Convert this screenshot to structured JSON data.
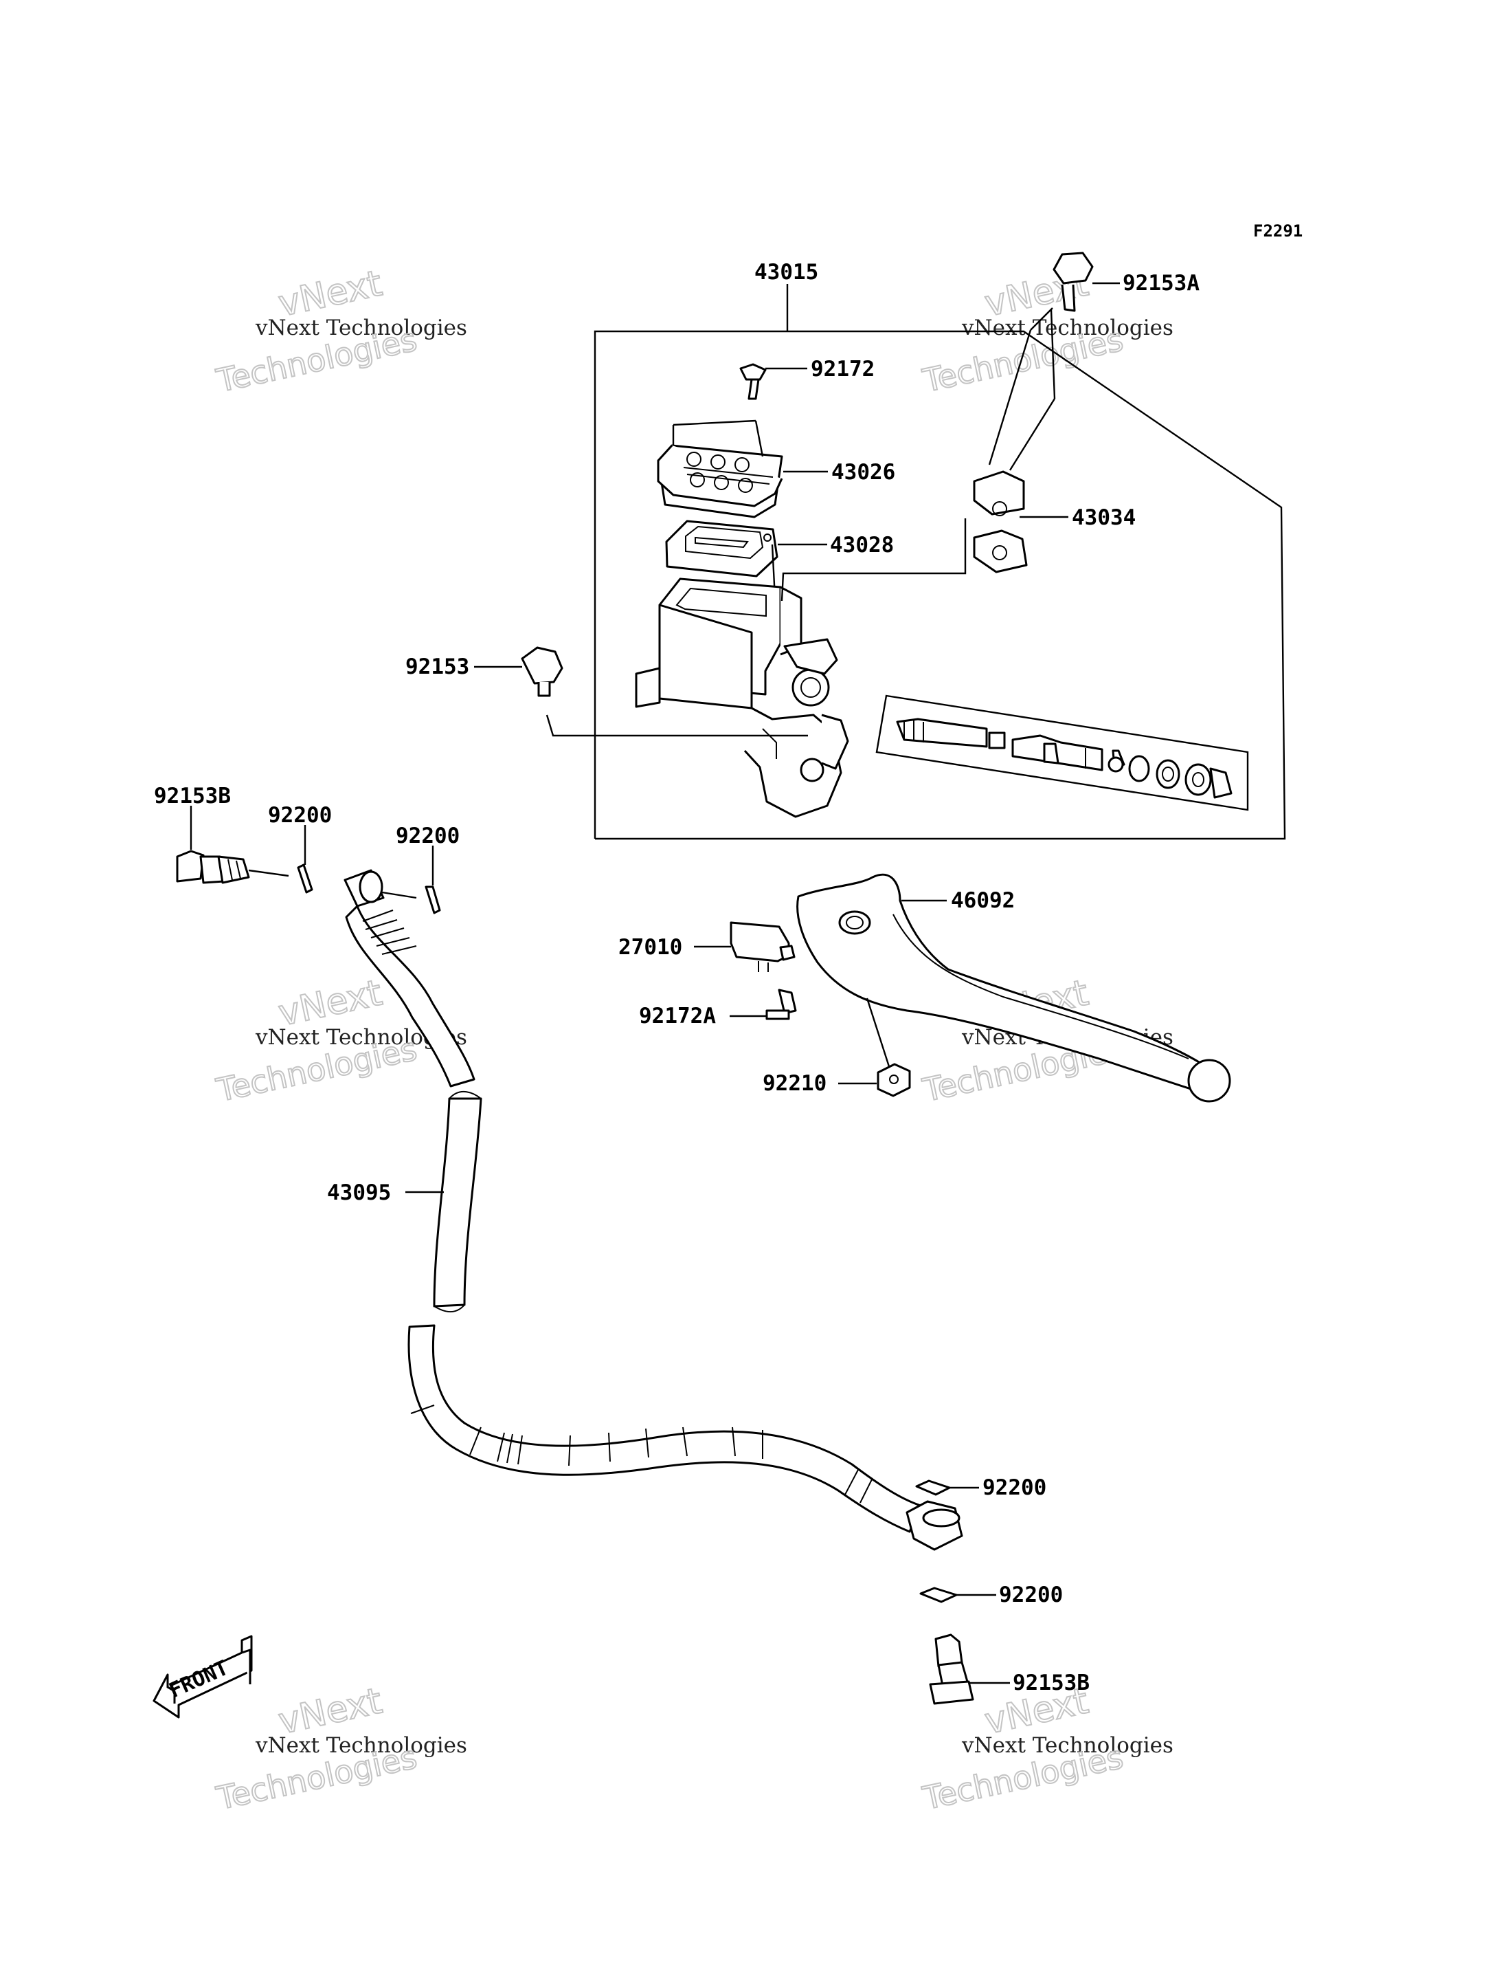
{
  "figure_code": "F2291",
  "front_label": "FRONT",
  "watermark": {
    "brand": "vNext",
    "line1": "vNext Technologies",
    "line2": "Technologies"
  },
  "parts": [
    {
      "id": "p43015",
      "number": "43015"
    },
    {
      "id": "p92153A",
      "number": "92153A"
    },
    {
      "id": "p92172",
      "number": "92172"
    },
    {
      "id": "p43026",
      "number": "43026"
    },
    {
      "id": "p43034",
      "number": "43034"
    },
    {
      "id": "p43028",
      "number": "43028"
    },
    {
      "id": "p92153",
      "number": "92153"
    },
    {
      "id": "p92153B_top",
      "number": "92153B"
    },
    {
      "id": "p92200_a",
      "number": "92200"
    },
    {
      "id": "p92200_b",
      "number": "92200"
    },
    {
      "id": "p46092",
      "number": "46092"
    },
    {
      "id": "p27010",
      "number": "27010"
    },
    {
      "id": "p92172A",
      "number": "92172A"
    },
    {
      "id": "p92210",
      "number": "92210"
    },
    {
      "id": "p43095",
      "number": "43095"
    },
    {
      "id": "p92200_c",
      "number": "92200"
    },
    {
      "id": "p92200_d",
      "number": "92200"
    },
    {
      "id": "p92153B_bottom",
      "number": "92153B"
    }
  ]
}
